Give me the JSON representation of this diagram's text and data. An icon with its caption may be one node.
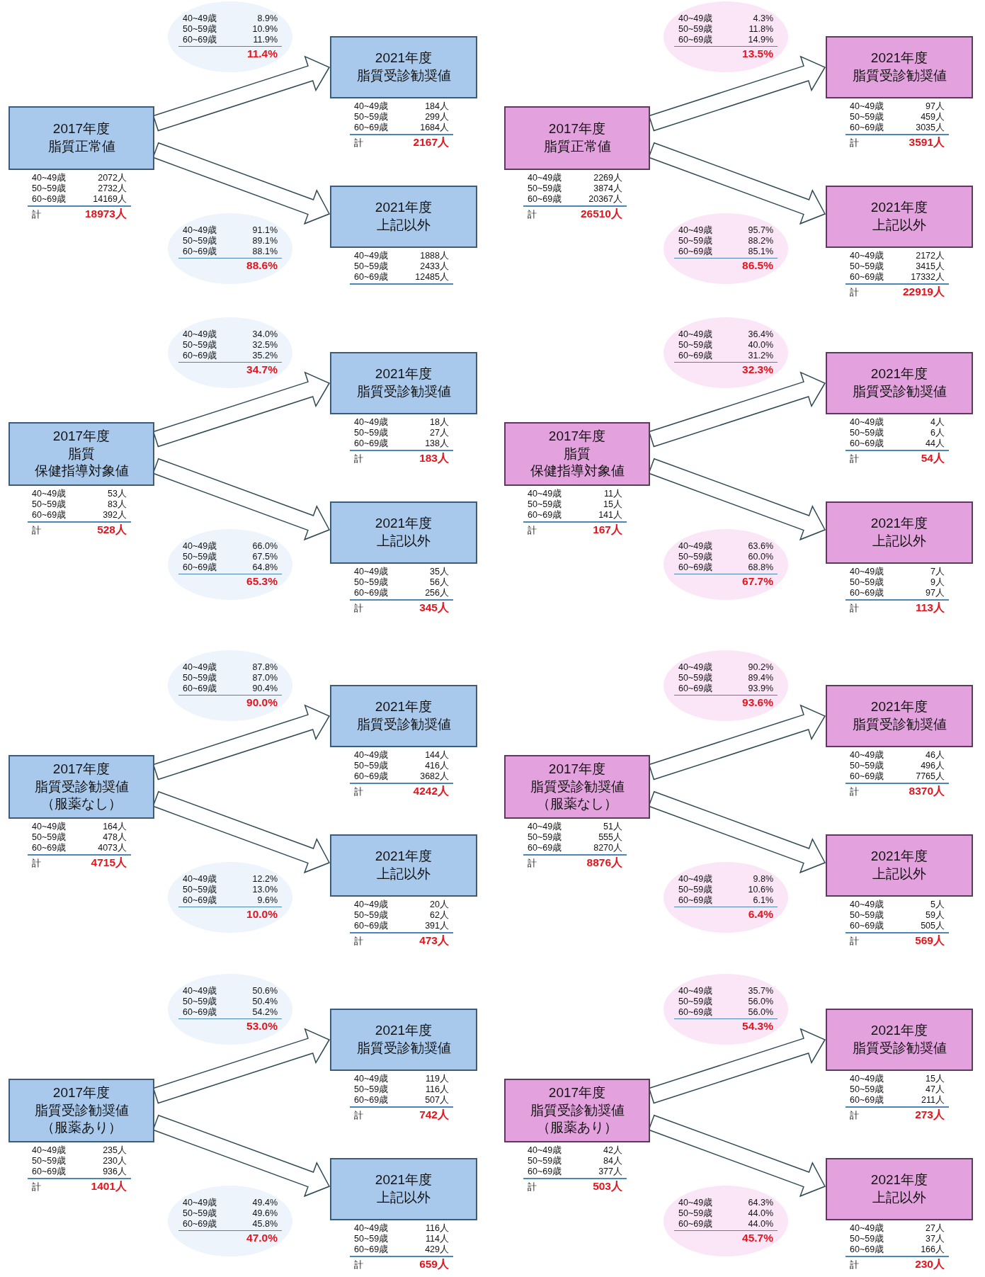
{
  "diagram": {
    "nodes": [
      {
        "text": [
          "2017年度",
          "脂質正常値"
        ],
        "beside": [
          "40~49歳",
          "2072人",
          "50~59歳",
          "2732人",
          "60~69歳",
          "14169人",
          "計",
          "18973人"
        ]
      },
      {
        "text": [
          "2021年度",
          "脂質受診勧奨値"
        ],
        "beside": [
          "40~49歳",
          "184人",
          "50~59歳",
          "299人",
          "60~69歳",
          "1684人",
          "計",
          "2167人"
        ]
      },
      {
        "text": [
          "2021年度",
          "上記以外"
        ],
        "beside": [
          "40~49歳",
          "1888人",
          "50~59歳",
          "2433人",
          "60~69歳",
          "12485人"
        ]
      },
      {
        "text": [
          "40~49歳",
          "8.9%",
          "50~59歳",
          "10.9%",
          "60~69歳",
          "11.9%",
          "11.4%"
        ]
      },
      {
        "text": [
          "40~49歳",
          "91.1%",
          "50~59歳",
          "89.1%",
          "60~69歳",
          "88.1%",
          "88.6%"
        ]
      },
      {
        "text": [
          "2017年度",
          "脂質正常値"
        ],
        "beside": [
          "40~49歳",
          "2269人",
          "50~59歳",
          "3874人",
          "60~69歳",
          "20367人",
          "計",
          "26510人"
        ]
      },
      {
        "text": [
          "2021年度",
          "脂質受診勧奨値"
        ],
        "beside": [
          "40~49歳",
          "97人",
          "50~59歳",
          "459人",
          "60~69歳",
          "3035人",
          "計",
          "3591人"
        ]
      },
      {
        "text": [
          "2021年度",
          "上記以外"
        ],
        "beside": [
          "40~49歳",
          "2172人",
          "50~59歳",
          "3415人",
          "60~69歳",
          "17332人",
          "計",
          "22919人"
        ]
      },
      {
        "text": [
          "40~49歳",
          "4.3%",
          "50~59歳",
          "11.8%",
          "60~69歳",
          "14.9%",
          "13.5%"
        ]
      },
      {
        "text": [
          "40~49歳",
          "95.7%",
          "50~59歳",
          "88.2%",
          "60~69歳",
          "85.1%",
          "86.5%"
        ]
      },
      {
        "text": [
          "2017年度",
          "脂質",
          "保健指導対象値"
        ],
        "beside": [
          "40~49歳",
          "53人",
          "50~59歳",
          "83人",
          "60~69歳",
          "392人",
          "計",
          "528人"
        ]
      },
      {
        "text": [
          "2021年度",
          "脂質受診勧奨値"
        ],
        "beside": [
          "40~49歳",
          "18人",
          "50~59歳",
          "27人",
          "60~69歳",
          "138人",
          "計",
          "183人"
        ]
      },
      {
        "text": [
          "2021年度",
          "上記以外"
        ],
        "beside": [
          "40~49歳",
          "35人",
          "50~59歳",
          "56人",
          "60~69歳",
          "256人",
          "計",
          "345人"
        ]
      },
      {
        "text": [
          "40~49歳",
          "34.0%",
          "50~59歳",
          "32.5%",
          "60~69歳",
          "35.2%",
          "34.7%"
        ]
      },
      {
        "text": [
          "40~49歳",
          "66.0%",
          "50~59歳",
          "67.5%",
          "60~69歳",
          "64.8%",
          "65.3%"
        ]
      },
      {
        "text": [
          "2017年度",
          "脂質",
          "保健指導対象値"
        ],
        "beside": [
          "40~49歳",
          "11人",
          "50~59歳",
          "15人",
          "60~69歳",
          "141人",
          "計",
          "167人"
        ]
      },
      {
        "text": [
          "2021年度",
          "脂質受診勧奨値"
        ],
        "beside": [
          "40~49歳",
          "4人",
          "50~59歳",
          "6人",
          "60~69歳",
          "44人",
          "計",
          "54人"
        ]
      },
      {
        "text": [
          "2021年度",
          "上記以外"
        ],
        "beside": [
          "40~49歳",
          "7人",
          "50~59歳",
          "9人",
          "60~69歳",
          "97人",
          "計",
          "113人"
        ]
      },
      {
        "text": [
          "40~49歳",
          "36.4%",
          "50~59歳",
          "40.0%",
          "60~69歳",
          "31.2%",
          "32.3%"
        ]
      },
      {
        "text": [
          "40~49歳",
          "63.6%",
          "50~59歳",
          "60.0%",
          "60~69歳",
          "68.8%",
          "67.7%"
        ]
      },
      {
        "text": [
          "2017年度",
          "脂質受診勧奨値",
          "（服薬なし）"
        ],
        "beside": [
          "40~49歳",
          "164人",
          "50~59歳",
          "478人",
          "60~69歳",
          "4073人",
          "計",
          "4715人"
        ]
      },
      {
        "text": [
          "2021年度",
          "脂質受診勧奨値"
        ],
        "beside": [
          "40~49歳",
          "144人",
          "50~59歳",
          "416人",
          "60~69歳",
          "3682人",
          "計",
          "4242人"
        ]
      },
      {
        "text": [
          "2021年度",
          "上記以外"
        ],
        "beside": [
          "40~49歳",
          "20人",
          "50~59歳",
          "62人",
          "60~69歳",
          "391人",
          "計",
          "473人"
        ]
      },
      {
        "text": [
          "40~49歳",
          "87.8%",
          "50~59歳",
          "87.0%",
          "60~69歳",
          "90.4%",
          "90.0%"
        ]
      },
      {
        "text": [
          "40~49歳",
          "12.2%",
          "50~59歳",
          "13.0%",
          "60~69歳",
          "9.6%",
          "10.0%"
        ]
      },
      {
        "text": [
          "2017年度",
          "脂質受診勧奨値",
          "（服薬なし）"
        ],
        "beside": [
          "40~49歳",
          "51人",
          "50~59歳",
          "555人",
          "60~69歳",
          "8270人",
          "計",
          "8876人"
        ]
      },
      {
        "text": [
          "2021年度",
          "脂質受診勧奨値"
        ],
        "beside": [
          "40~49歳",
          "46人",
          "50~59歳",
          "496人",
          "60~69歳",
          "7765人",
          "計",
          "8370人"
        ]
      },
      {
        "text": [
          "2021年度",
          "上記以外"
        ],
        "beside": [
          "40~49歳",
          "5人",
          "50~59歳",
          "59人",
          "60~69歳",
          "505人",
          "計",
          "569人"
        ]
      },
      {
        "text": [
          "40~49歳",
          "90.2%",
          "50~59歳",
          "89.4%",
          "60~69歳",
          "93.9%",
          "93.6%"
        ]
      },
      {
        "text": [
          "40~49歳",
          "9.8%",
          "50~59歳",
          "10.6%",
          "60~69歳",
          "6.1%",
          "6.4%"
        ]
      },
      {
        "text": [
          "2017年度",
          "脂質受診勧奨値",
          "（服薬あり）"
        ],
        "beside": [
          "40~49歳",
          "235人",
          "50~59歳",
          "230人",
          "60~69歳",
          "936人",
          "計",
          "1401人"
        ]
      },
      {
        "text": [
          "2021年度",
          "脂質受診勧奨値"
        ],
        "beside": [
          "40~49歳",
          "119人",
          "50~59歳",
          "116人",
          "60~69歳",
          "507人",
          "計",
          "742人"
        ]
      },
      {
        "text": [
          "2021年度",
          "上記以外"
        ],
        "beside": [
          "40~49歳",
          "116人",
          "50~59歳",
          "114人",
          "60~69歳",
          "429人",
          "計",
          "659人"
        ]
      },
      {
        "text": [
          "40~49歳",
          "50.6%",
          "50~59歳",
          "50.4%",
          "60~69歳",
          "54.2%",
          "53.0%"
        ]
      },
      {
        "text": [
          "40~49歳",
          "49.4%",
          "50~59歳",
          "49.6%",
          "60~69歳",
          "45.8%",
          "47.0%"
        ]
      },
      {
        "text": [
          "2017年度",
          "脂質受診勧奨値",
          "（服薬あり）"
        ],
        "beside": [
          "40~49歳",
          "42人",
          "50~59歳",
          "84人",
          "60~69歳",
          "377人",
          "計",
          "503人"
        ]
      },
      {
        "text": [
          "2021年度",
          "脂質受診勧奨値"
        ],
        "beside": [
          "40~49歳",
          "15人",
          "50~59歳",
          "47人",
          "60~69歳",
          "211人",
          "計",
          "273人"
        ]
      },
      {
        "text": [
          "2021年度",
          "上記以外"
        ],
        "beside": [
          "40~49歳",
          "27人",
          "50~59歳",
          "37人",
          "60~69歳",
          "166人",
          "計",
          "230人"
        ]
      },
      {
        "text": [
          "40~49歳",
          "35.7%",
          "50~59歳",
          "56.0%",
          "60~69歳",
          "56.0%",
          "54.3%"
        ]
      },
      {
        "text": [
          "40~49歳",
          "64.3%",
          "50~59歳",
          "44.0%",
          "60~69歳",
          "44.0%",
          "45.7%"
        ]
      }
    ],
    "edges": [
      {
        "from": 0,
        "to": 1,
        "arrow": "to"
      },
      {
        "from": 0,
        "to": 2,
        "arrow": "to"
      },
      {
        "from": 5,
        "to": 6,
        "arrow": "to"
      },
      {
        "from": 5,
        "to": 7,
        "arrow": "to"
      },
      {
        "from": 10,
        "to": 11,
        "arrow": "to"
      },
      {
        "from": 10,
        "to": 12,
        "arrow": "to"
      },
      {
        "from": 15,
        "to": 16,
        "arrow": "to"
      },
      {
        "from": 15,
        "to": 17,
        "arrow": "to"
      },
      {
        "from": 20,
        "to": 21,
        "arrow": "to"
      },
      {
        "from": 20,
        "to": 22,
        "arrow": "to"
      },
      {
        "from": 25,
        "to": 26,
        "arrow": "to"
      },
      {
        "from": 25,
        "to": 27,
        "arrow": "to"
      },
      {
        "from": 30,
        "to": 31,
        "arrow": "to"
      },
      {
        "from": 30,
        "to": 32,
        "arrow": "to"
      },
      {
        "from": 35,
        "to": 36,
        "arrow": "to"
      },
      {
        "from": 35,
        "to": 37,
        "arrow": "to"
      }
    ]
  }
}
